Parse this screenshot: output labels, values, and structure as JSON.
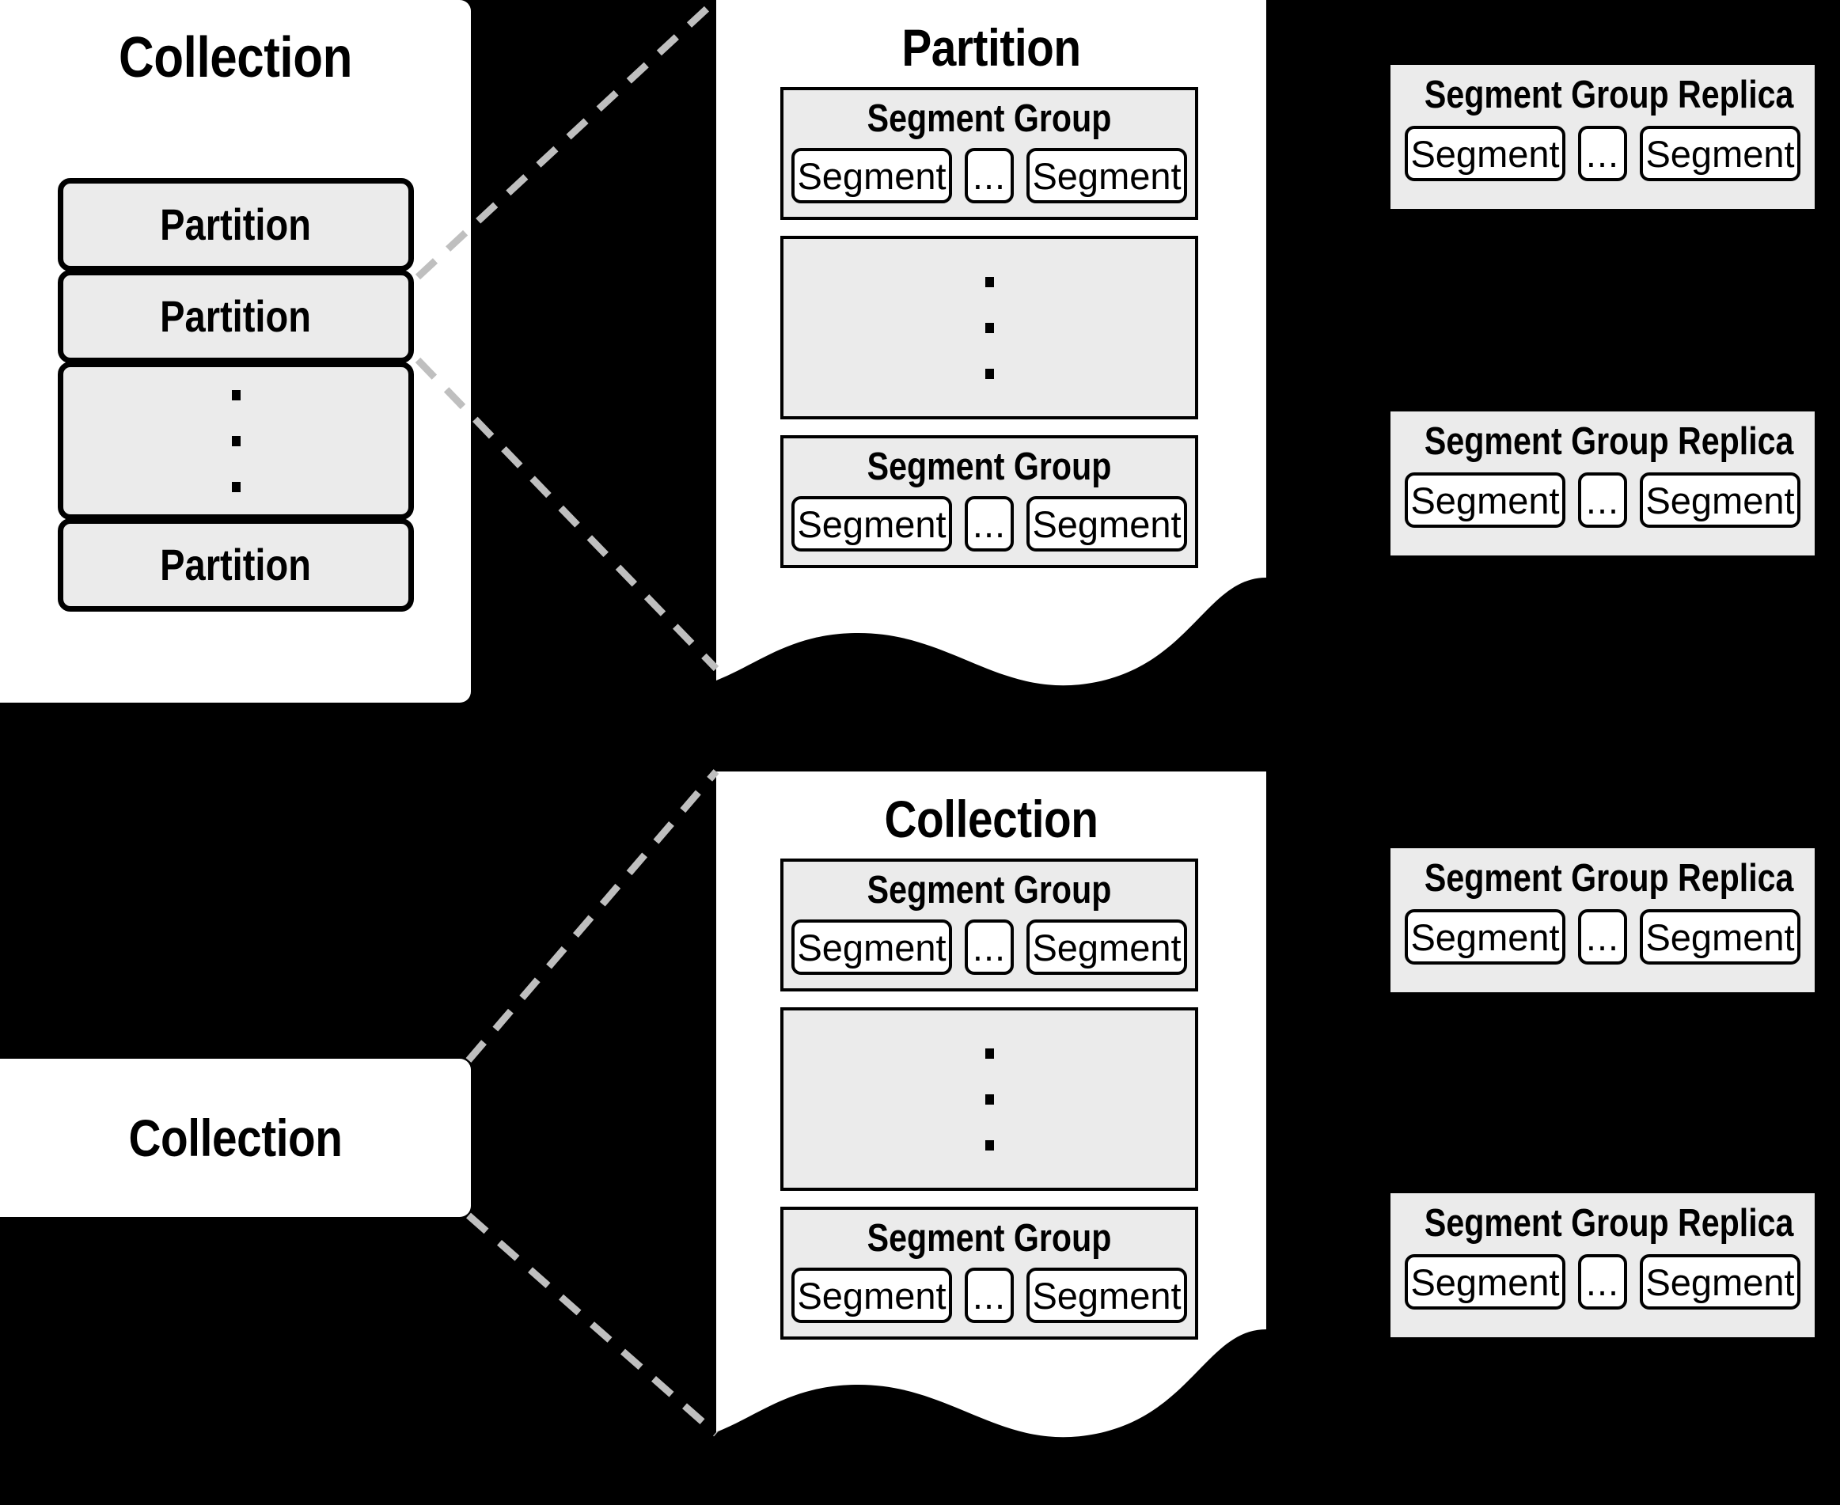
{
  "diagram": {
    "title_hidden": "",
    "background_color": "#000000",
    "panel_color": "#ffffff",
    "box_fill_color": "#ebebeb",
    "stroke_color": "#000000",
    "connector_color": "#bfbfbf",
    "ellipsis_text": "...",
    "vertical_ellipsis_symbol": "vertical-dots"
  },
  "left_collection": {
    "title": "Collection",
    "partitions": [
      {
        "label": "Partition",
        "kind": "named"
      },
      {
        "label": "Partition",
        "kind": "named"
      },
      {
        "label": "",
        "kind": "ellipsis"
      },
      {
        "label": "Partition",
        "kind": "named"
      }
    ]
  },
  "partition_detail": {
    "title": "Partition",
    "groups": [
      {
        "title": "Segment Group",
        "segments": [
          "Segment",
          "...",
          "Segment"
        ]
      },
      {
        "title": "",
        "kind": "ellipsis",
        "segments": []
      },
      {
        "title": "Segment Group",
        "segments": [
          "Segment",
          "...",
          "Segment"
        ]
      }
    ]
  },
  "partition_replicas": [
    {
      "title": "Segment Group Replica",
      "segments": [
        "Segment",
        "...",
        "Segment"
      ]
    },
    {
      "title": "Segment Group Replica",
      "segments": [
        "Segment",
        "...",
        "Segment"
      ]
    }
  ],
  "bottom_collection_node": {
    "title": "Collection"
  },
  "collection_detail": {
    "title": "Collection",
    "groups": [
      {
        "title": "Segment Group",
        "segments": [
          "Segment",
          "...",
          "Segment"
        ]
      },
      {
        "title": "",
        "kind": "ellipsis",
        "segments": []
      },
      {
        "title": "Segment Group",
        "segments": [
          "Segment",
          "...",
          "Segment"
        ]
      }
    ]
  },
  "collection_replicas": [
    {
      "title": "Segment Group Replica",
      "segments": [
        "Segment",
        "...",
        "Segment"
      ]
    },
    {
      "title": "Segment Group Replica",
      "segments": [
        "Segment",
        "...",
        "Segment"
      ]
    }
  ]
}
